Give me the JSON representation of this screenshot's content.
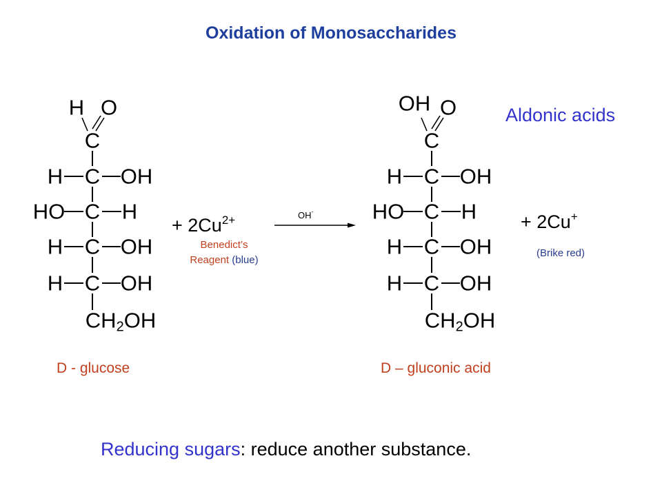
{
  "title": "Oxidation of Monosaccharides",
  "glucose": {
    "top_h": "H",
    "top_o": "O",
    "c1": "C",
    "rows": [
      {
        "left": "H",
        "c": "C",
        "right": "OH"
      },
      {
        "left": "HO",
        "c": "C",
        "right": "H"
      },
      {
        "left": "H",
        "c": "C",
        "right": "OH"
      },
      {
        "left": "H",
        "c": "C",
        "right": "OH"
      }
    ],
    "ch2_pre": "CH",
    "ch2_sub": "2",
    "ch2_post": "OH",
    "name": "D - glucose"
  },
  "gluconic": {
    "top_oh": "OH",
    "top_o": "O",
    "c1": "C",
    "rows": [
      {
        "left": "H",
        "c": "C",
        "right": "OH"
      },
      {
        "left": "HO",
        "c": "C",
        "right": "H"
      },
      {
        "left": "H",
        "c": "C",
        "right": "OH"
      },
      {
        "left": "H",
        "c": "C",
        "right": "OH"
      }
    ],
    "ch2_pre": "CH",
    "ch2_sub": "2",
    "ch2_post": "OH",
    "name": "D – gluconic acid"
  },
  "reactant_ion": {
    "text": "+ 2Cu",
    "charge": "2+"
  },
  "reagent": {
    "line1": "Benedict’s",
    "line2_a": "Reagent ",
    "line2_b": "(blue)"
  },
  "arrow_label": {
    "text": "OH",
    "charge": "-"
  },
  "product_ion": {
    "text": "+  2Cu",
    "charge": "+"
  },
  "product_note": "(Brike red)",
  "aldonic_label": "Aldonic acids",
  "bottom": {
    "highlight": "Reducing sugars",
    "rest": ": reduce another substance."
  },
  "colors": {
    "title": "#1f3f9e",
    "blue_text": "#3333cc",
    "orange_text": "#c0401f",
    "note_blue": "#2a3c8f"
  }
}
